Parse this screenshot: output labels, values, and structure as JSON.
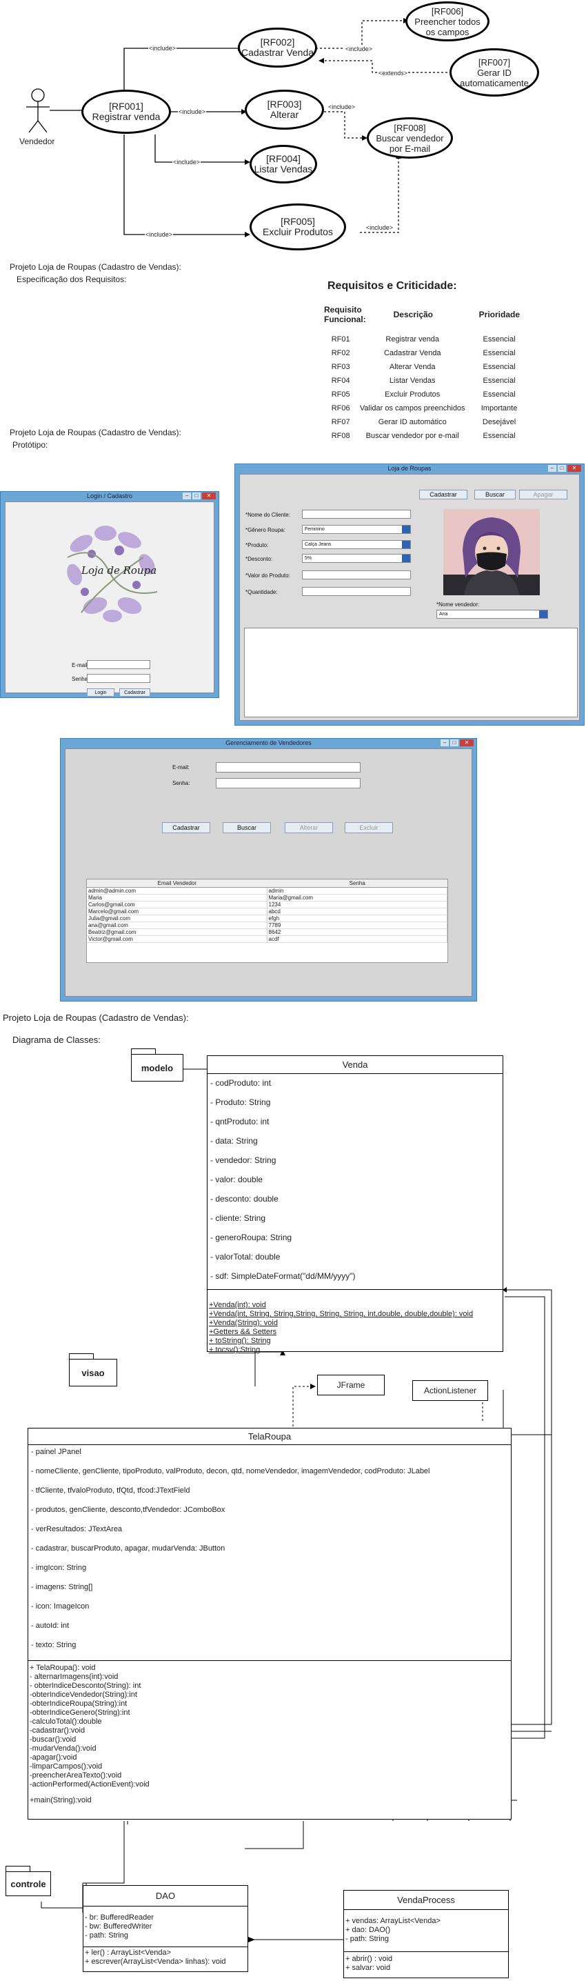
{
  "usecase": {
    "actor": "Vendedor",
    "uc_main": "[RF001]\nRegistrar venda",
    "uc_rf002": "[RF002]\nCadastrar Venda",
    "uc_rf003": "[RF003]\nAlterar",
    "uc_rf004": "[RF004]\nListar Vendas",
    "uc_rf005": "[RF005]\nExcluir Produtos",
    "uc_rf006": "[RF006]\nPreencher todos\nos campos",
    "uc_rf007": "[RF007]\nGerar ID\nautomaticamente",
    "uc_rf008": "[RF008]\nBuscar vendedor\npor E-mail",
    "include": "<include>",
    "extends": "<extends>"
  },
  "spec": {
    "title": "Projeto Loja de Roupas (Cadastro de Vendas):",
    "subtitle": "Especificação dos Requisitos:"
  },
  "requirements": {
    "title": "Requisitos e Criticidade:",
    "headers": [
      "Requisito\nFuncional:",
      "Descrição",
      "Prioridade"
    ],
    "rows": [
      [
        "RF01",
        "Registrar venda",
        "Essencial"
      ],
      [
        "RF02",
        "Cadastrar Venda",
        "Essencial"
      ],
      [
        "RF03",
        "Alterar Venda",
        "Essencial"
      ],
      [
        "RF04",
        "Listar Vendas",
        "Essencial"
      ],
      [
        "RF05",
        "Excluir Produtos",
        "Essencial"
      ],
      [
        "RF06",
        "Validar os campos preenchidos",
        "Importante"
      ],
      [
        "RF07",
        "Gerar ID automático",
        "Desejável"
      ],
      [
        "RF08",
        "Buscar vendedor por e-mail",
        "Essencial"
      ]
    ]
  },
  "proto": {
    "title": "Projeto Loja de Roupas (Cadastro de Vendas):",
    "subtitle": "Protótipo:"
  },
  "login": {
    "title": "Login / Cadastro",
    "logo": "Loja de Roupa",
    "email": "E-mail",
    "senha": "Senha",
    "login_btn": "Login",
    "cadastrar_btn": "Cadastrar"
  },
  "loja": {
    "title": "Loja de Roupas",
    "cadastrar": "Cadastrar",
    "buscar": "Buscar",
    "apagar": "Apagar",
    "nome_cliente": "*Nome do Cliente:",
    "genero": "*Gênero Roupa:",
    "genero_val": "Feminino",
    "produto": "*Produto:",
    "produto_val": "Calça Jeans",
    "desconto": "*Desconto:",
    "desconto_val": "5%",
    "valor": "*Valor do Produto:",
    "quantidade": "*Quantidade:",
    "vendedor": "*Nome vendedor:",
    "vendedor_val": "Ana"
  },
  "gerenc": {
    "title": "Gerenciamento de Vendedores",
    "email": "E-mail:",
    "senha": "Senha:",
    "cadastrar": "Cadastrar",
    "buscar": "Buscar",
    "alterar": "Alterar",
    "excluir": "Excluir",
    "col1": "Email Vendedor",
    "col2": "Senha",
    "rows": [
      [
        "admin@admin.com",
        "admin"
      ],
      [
        "Maria",
        "Maria@gmail.com"
      ],
      [
        "Carlos@gmail.com",
        "1234"
      ],
      [
        "Marcelo@gmail.com",
        "abcd"
      ],
      [
        "Julia@gmail.com",
        "efgh"
      ],
      [
        "ana@gmail.com",
        "7789"
      ],
      [
        "Beatriz@gmail.com",
        "8642"
      ],
      [
        "Victor@gmail.com",
        "acdf"
      ]
    ]
  },
  "classes": {
    "title": "Projeto Loja de Roupas (Cadastro de Vendas):",
    "subtitle": "Diagrama de Classes:",
    "pkg_modelo": "modelo",
    "pkg_visao": "visao",
    "pkg_controle": "controle",
    "venda": {
      "name": "Venda",
      "attrs": [
        "- codProduto: int",
        "- Produto: String",
        "- qntProduto: int",
        "- data: String",
        "- vendedor: String",
        "- valor: double",
        "- desconto: double",
        "- cliente: String",
        "- generoRoupa: String",
        "- valorTotal: double",
        "- sdf: SimpleDateFormat(\"dd/MM/yyyy\")"
      ],
      "methods": [
        "+Venda(int): void",
        "+Venda(int, String, String,String, String, String, int,double, double,double): void",
        "+Venda(String): void",
        "+Getters && Setters",
        "+ toString(): String",
        "+ tocsv():String"
      ]
    },
    "jframe": "JFrame",
    "actionlistener": "ActionListener",
    "telaroupa": {
      "name": "TelaRoupa",
      "attrs": [
        "- painel JPanel",
        "- nomeCliente, genCliente, tipoProduto, valProduto, decon, qtd, nomeVendedor, imagemVendedor, codProduto: JLabel",
        "- tfCliente, tfvaloProduto, tfQtd, tfcod:JTextField",
        "- produtos, genCliente, desconto,tfVendedor: JComboBox",
        "- verResultados: JTextArea",
        "- cadastrar, buscarProduto, apagar, mudarVenda: JButton",
        "- imgIcon: String",
        "- imagens: String[]",
        "- icon: ImageIcon",
        "- autoId: int",
        "- texto: String"
      ],
      "methods": [
        "+ TelaRoupa(): void",
        "- alternarImagens(int):void",
        "- obterIndiceDesconto(String): int",
        "-obterIndiceVendedor(String):int",
        "-obterIndiceRoupa(String):int",
        "-obterIndiceGenero(String):int",
        "-calculoTotal():double",
        "-cadastrar():void",
        "-buscar():void",
        "-mudarVenda():void",
        "-apagar():void",
        "-limparCampos():void",
        "-preencherAreaTexto():void",
        "-actionPerformed(ActionEvent):void",
        "",
        "+main(String):void"
      ]
    },
    "dao": {
      "name": "DAO",
      "attrs": [
        "- br: BufferedReader",
        "- bw: BufferedWriter",
        "- path: String"
      ],
      "methods": [
        "+ ler() : ArrayList<Venda>",
        "+ escrever(ArrayList<Venda> linhas): void"
      ]
    },
    "vendaprocess": {
      "name": "VendaProcess",
      "attrs": [
        "+ vendas: ArrayList<Venda>",
        "+ dao: DAO()",
        "- path: String"
      ],
      "methods": [
        "+ abrir() : void",
        "+ salvar: void"
      ]
    }
  }
}
